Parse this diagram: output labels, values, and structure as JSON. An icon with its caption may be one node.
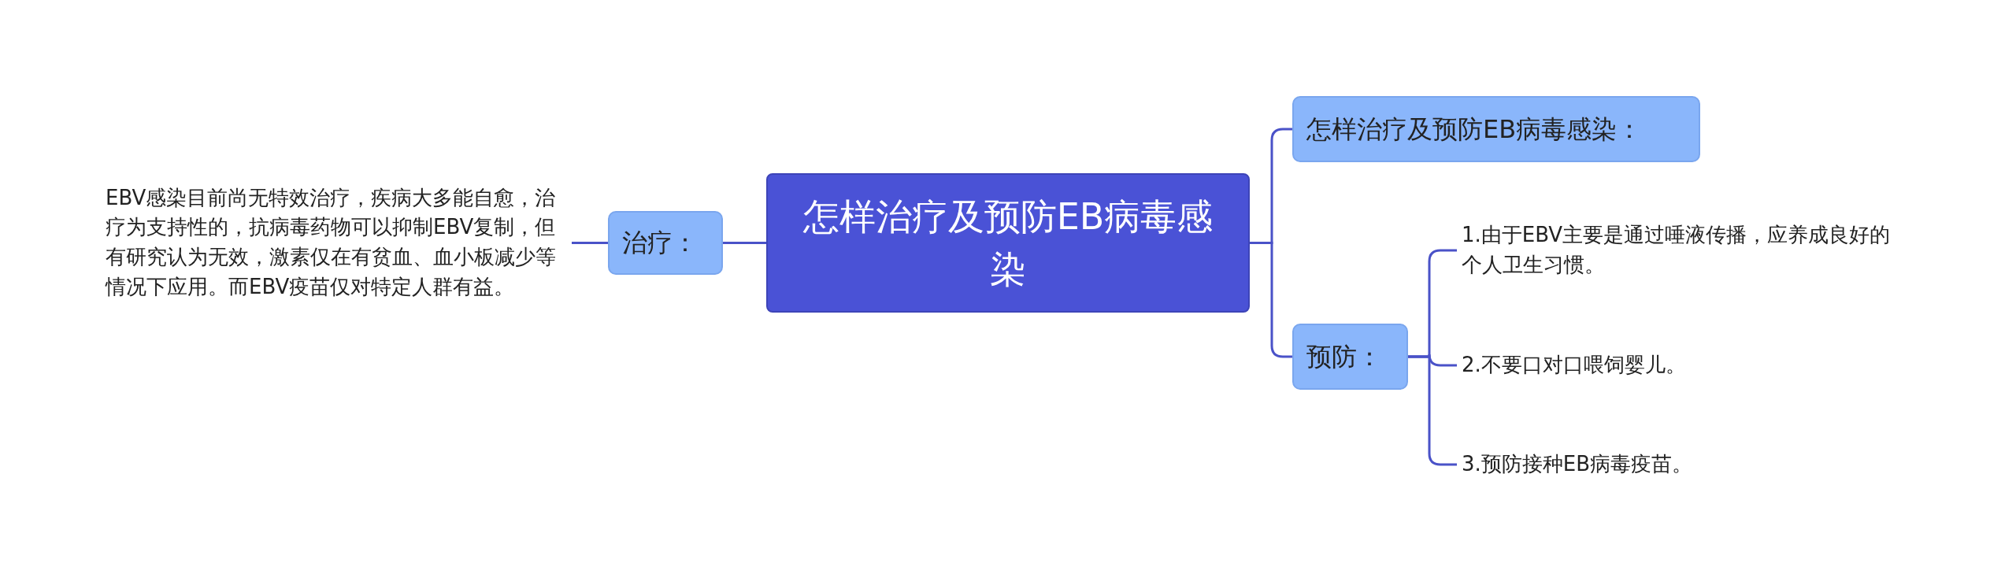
{
  "diagram": {
    "nodes": [
      {
        "text": [
          "EBV感染目前尚无特效治疗，疾病大多能自愈，治疗为支持性的，抗病毒药物可以抑制EBV复制，但有研究认为无效，激素仅在有贫血、血小板减少等情况下应用。而EBV疫苗仅对特定人群有益。"
        ]
      },
      {
        "text": [
          "治疗："
        ]
      },
      {
        "text": [
          "怎样治疗及预防EB病毒感染"
        ]
      },
      {
        "text": [
          "怎样治疗及预防EB病毒感染："
        ]
      },
      {
        "text": [
          "预防："
        ]
      },
      {
        "text": [
          "1.由于EBV主要是通过唾液传播，应养成良好的个人卫生习惯。"
        ]
      },
      {
        "text": [
          "2.不要口对口喂饲婴儿。"
        ]
      },
      {
        "text": [
          "3.预防接种EB病毒疫苗。"
        ]
      }
    ],
    "edges": [
      {
        "from": 2,
        "to": 1,
        "arrow": "none"
      },
      {
        "from": 1,
        "to": 0,
        "arrow": "none"
      },
      {
        "from": 2,
        "to": 3,
        "arrow": "none"
      },
      {
        "from": 2,
        "to": 4,
        "arrow": "none"
      },
      {
        "from": 4,
        "to": 5,
        "arrow": "none"
      },
      {
        "from": 4,
        "to": 6,
        "arrow": "none"
      },
      {
        "from": 4,
        "to": 7,
        "arrow": "none"
      }
    ]
  }
}
